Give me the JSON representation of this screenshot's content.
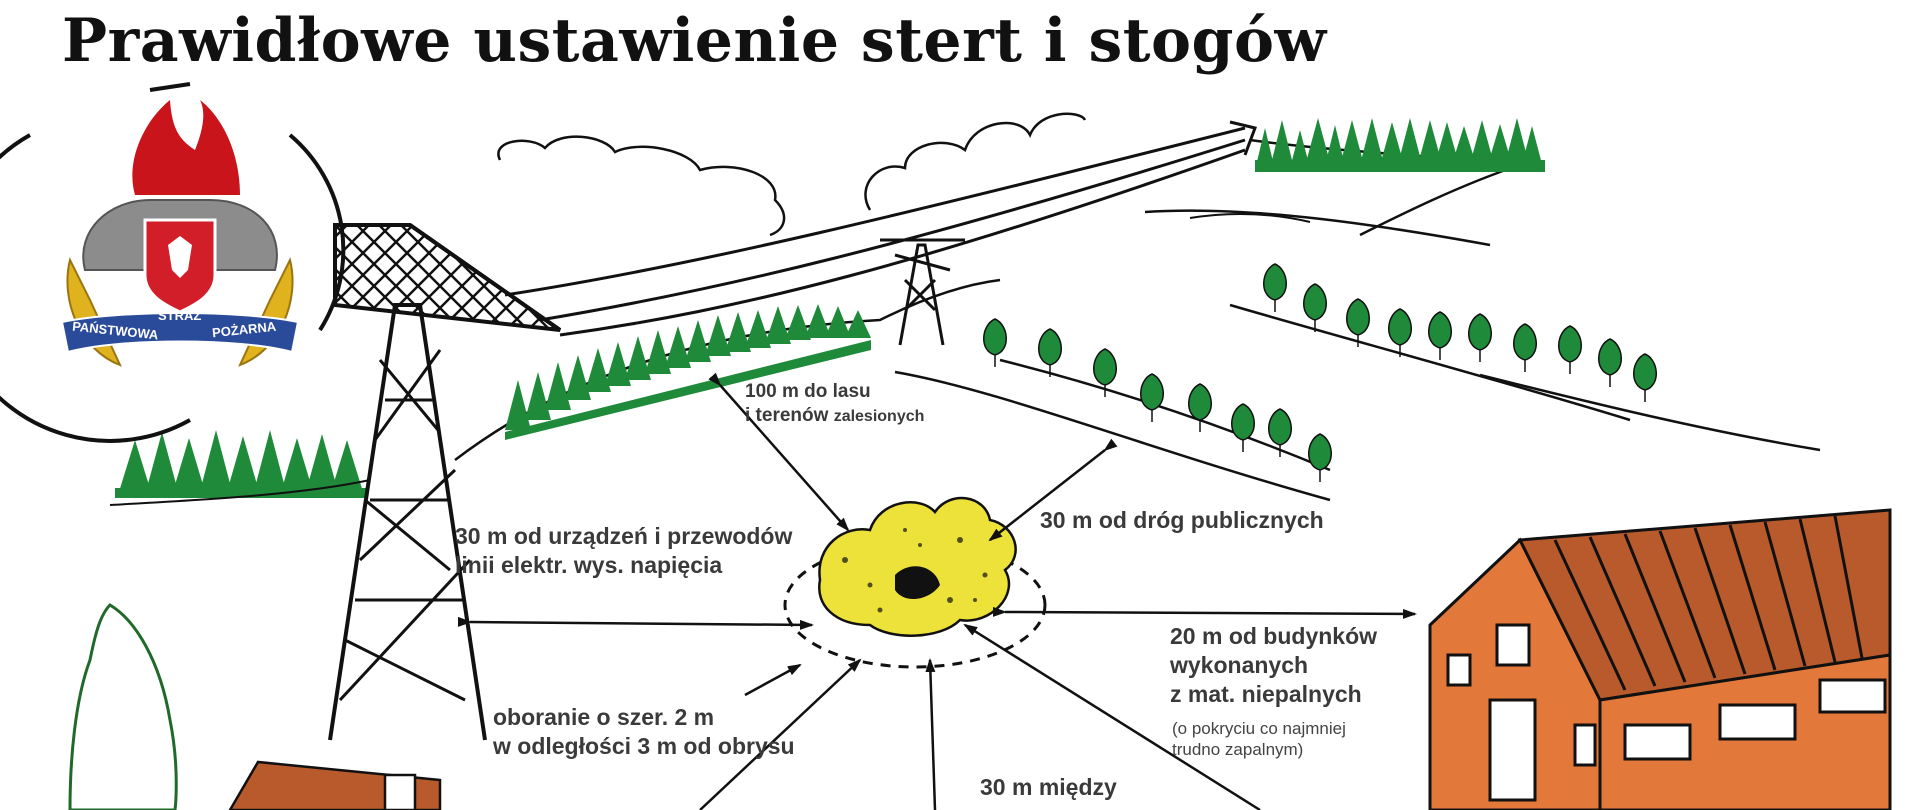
{
  "title": "Prawidłowe ustawienie stert i stogów",
  "logo": {
    "ring_text_left": "PAŃSTWOWA",
    "ring_text_mid": "STRAŻ",
    "ring_text_right": "POŻARNA",
    "colors": {
      "flame": "#c8141a",
      "helmet": "#8c8c8c",
      "wreath": "#e0b21e",
      "band": "#2a4a9a",
      "shield": "#d21e28"
    }
  },
  "labels": {
    "forest_line1": "100 m do lasu",
    "forest_line2": "i terenów",
    "forest_line2_small": "zalesionych",
    "roads": "30 m od dróg publicznych",
    "power_line1": "30 m od urządzeń i przewodów",
    "power_line2": "linii elektr. wys. napięcia",
    "buildings_line1": "20 m od budynków",
    "buildings_line2": "wykonanych",
    "buildings_line3": "z mat. niepalnych",
    "buildings_note1": "(o pokryciu co najmniej",
    "buildings_note2": "trudno zapalnym)",
    "plough_line1": "oboranie o szer. 2 m",
    "plough_line2": "w odległości 3 m od obrysu",
    "between_line1": "30 m między"
  },
  "colors": {
    "tree_green": "#1f8a3a",
    "building_orange": "#e2783a",
    "roof_brown": "#b85a2c",
    "stack_yellow": "#ece23a",
    "ink": "#111111"
  }
}
